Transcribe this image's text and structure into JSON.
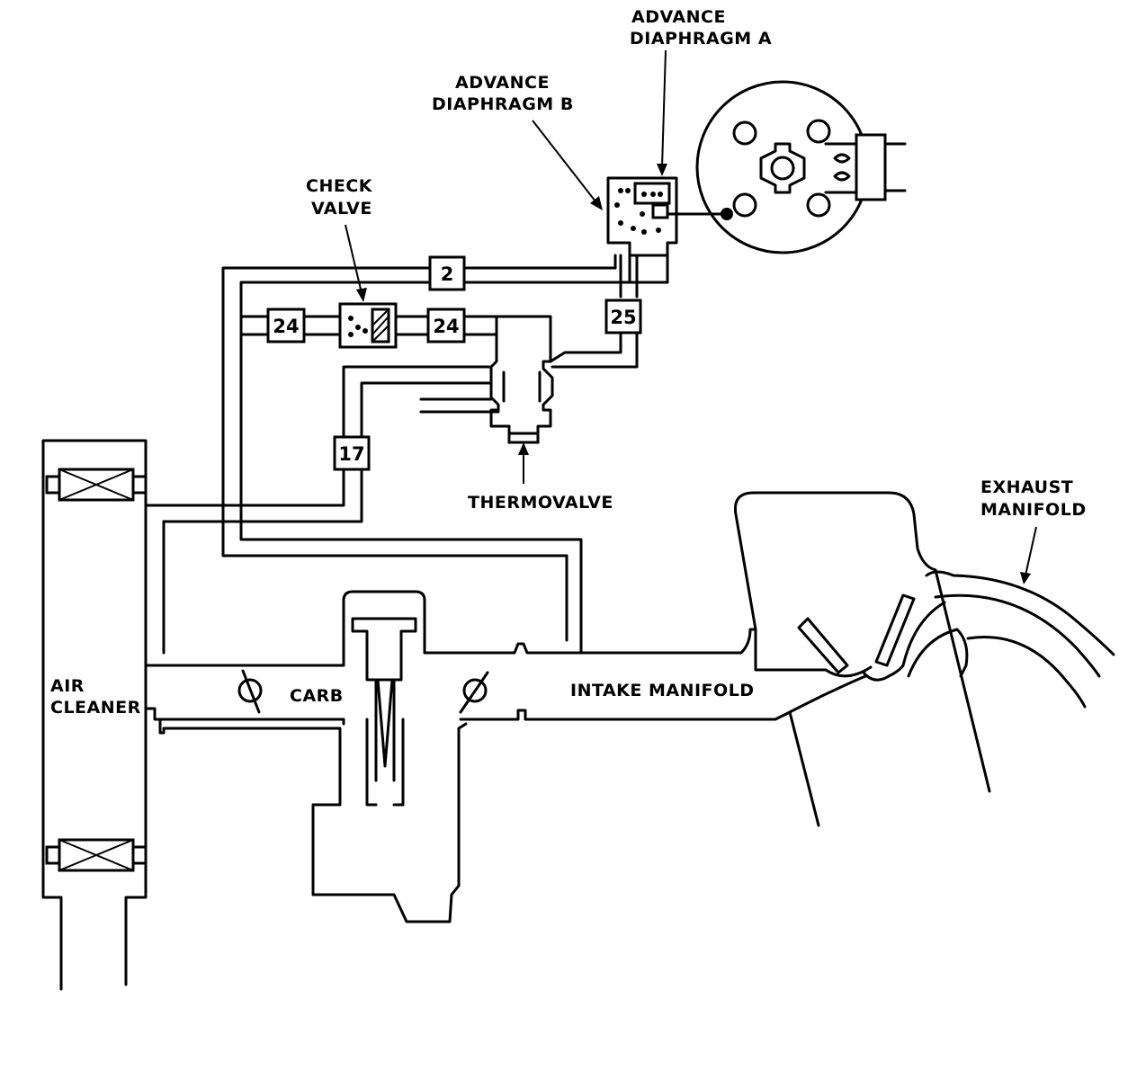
{
  "labels": {
    "advance_a_line1": "ADVANCE",
    "advance_a_line2": "DIAPHRAGM A",
    "advance_b_line1": "ADVANCE",
    "advance_b_line2": "DIAPHRAGM B",
    "check_valve_line1": "CHECK",
    "check_valve_line2": "VALVE",
    "thermovalve": "THERMOVALVE",
    "exhaust_line1": "EXHAUST",
    "exhaust_line2": "MANIFOLD",
    "air_cleaner_line1": "AIR",
    "air_cleaner_line2": "CLEANER",
    "carb": "CARB",
    "intake_manifold": "INTAKE MANIFOLD"
  },
  "hoses": {
    "h2": "2",
    "h24_left": "24",
    "h24_right": "24",
    "h25": "25",
    "h17": "17"
  }
}
